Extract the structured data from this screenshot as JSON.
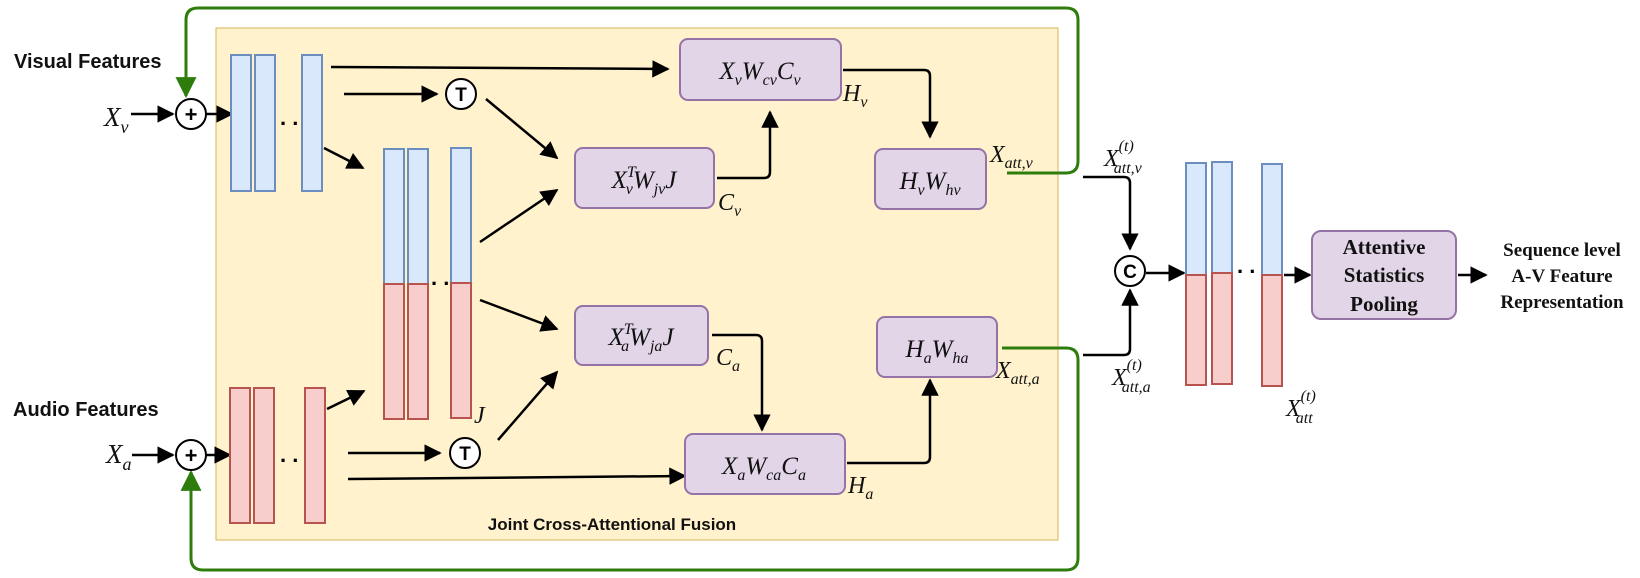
{
  "colors": {
    "panel_fill": "#fff2cc",
    "panel_stroke": "#d6b656",
    "box_fill": "#e1d5e7",
    "box_stroke": "#9673a6",
    "visual_fill": "#dae8fc",
    "visual_stroke": "#6c8ebf",
    "audio_fill": "#f8cecc",
    "audio_stroke": "#b85450",
    "feedback_stroke": "#2e7d0c",
    "arrow": "#000000"
  },
  "labels": {
    "visual_features": "Visual Features",
    "audio_features": "Audio Features",
    "panel_title": "Joint Cross-Attentional Fusion",
    "pooling_line1": "Attentive",
    "pooling_line2": "Statistics",
    "pooling_line3": "Pooling",
    "output_line1": "Sequence level",
    "output_line2": "A-V Feature",
    "output_line3": "Representation"
  },
  "operators": {
    "add": "+",
    "transpose": "T",
    "concat": "C"
  },
  "ellipsis": ". .",
  "math": {
    "xv": {
      "base": "X",
      "sub": "v"
    },
    "xa": {
      "base": "X",
      "sub": "a"
    },
    "hv": {
      "base": "H",
      "sub": "v"
    },
    "ha": {
      "base": "H",
      "sub": "a"
    },
    "cv": {
      "base": "C",
      "sub": "v"
    },
    "ca": {
      "base": "C",
      "sub": "a"
    },
    "j": "J",
    "x_att_v": {
      "base": "X",
      "sub": "att,v"
    },
    "x_att_a": {
      "base": "X",
      "sub": "att,a"
    },
    "x_att_v_t": {
      "base": "X",
      "sup": "(t)",
      "sub": "att,v"
    },
    "x_att_a_t": {
      "base": "X",
      "sup": "(t)",
      "sub": "att,a"
    },
    "x_att_t": {
      "base": "X",
      "sup": "(t)",
      "sub": "att"
    },
    "box_xv_wcv_cv": [
      {
        "b": "X",
        "s": "v"
      },
      {
        "b": "W",
        "s": "cv"
      },
      {
        "b": "C",
        "s": "v"
      }
    ],
    "box_xvt_wjv_j": [
      {
        "b": "X",
        "s": "v",
        "p": "T"
      },
      {
        "b": "W",
        "s": "jv"
      },
      {
        "b": "J"
      }
    ],
    "box_hv_whv": [
      {
        "b": "H",
        "s": "v"
      },
      {
        "b": "W",
        "s": "hv"
      }
    ],
    "box_xat_wja_j": [
      {
        "b": "X",
        "s": "a",
        "p": "T"
      },
      {
        "b": "W",
        "s": "ja"
      },
      {
        "b": "J"
      }
    ],
    "box_xa_wca_ca": [
      {
        "b": "X",
        "s": "a"
      },
      {
        "b": "W",
        "s": "ca"
      },
      {
        "b": "C",
        "s": "a"
      }
    ],
    "box_ha_wha": [
      {
        "b": "H",
        "s": "a"
      },
      {
        "b": "W",
        "s": "ha"
      }
    ]
  }
}
